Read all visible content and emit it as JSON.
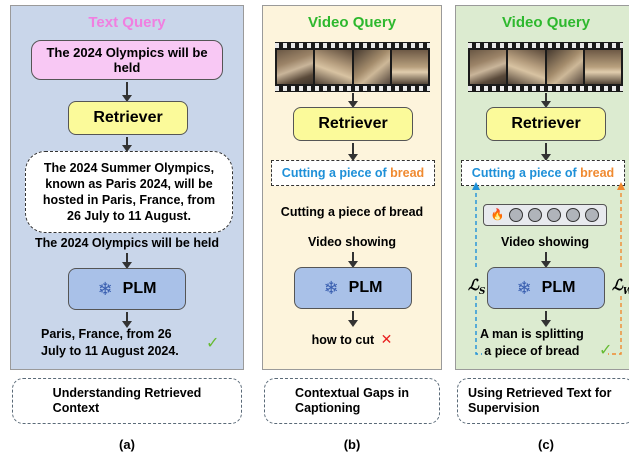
{
  "panels": {
    "a": {
      "title": "Text Query",
      "query": "The 2024 Olympics will be held",
      "retriever": "Retriever",
      "retrieved_lines": [
        "The 2024 Summer Olympics,",
        "known as Paris 2024, will be",
        "hosted in Paris, France, from",
        "26 July to 11 August."
      ],
      "prompt": "The 2024 Olympics will be held",
      "plm": "PLM",
      "output_lines": [
        "Paris, France, from 26",
        "July to 11 August 2024."
      ],
      "check": "✓",
      "bottom_lines": [
        "Understanding Retrieved",
        "Context"
      ],
      "caption": "(a)"
    },
    "b": {
      "title": "Video Query",
      "retriever": "Retriever",
      "retrieved_plain": "Cutting a piece of ",
      "retrieved_highlight": "bread",
      "text_line": "Cutting a piece of bread",
      "prompt": "Video showing",
      "plm": "PLM",
      "output": "how to cut",
      "cross": "✕",
      "bottom_lines": [
        "Contextual Gaps in",
        "Captioning"
      ],
      "caption": "(b)"
    },
    "c": {
      "title": "Video Query",
      "retriever": "Retriever",
      "retrieved_plain": "Cutting a piece of ",
      "retrieved_highlight": "bread",
      "prompt": "Video showing",
      "plm": "PLM",
      "loss_left": "ℒ",
      "loss_left_sub": "S",
      "loss_right": "ℒ",
      "loss_right_sub": "W",
      "output_lines": [
        "A man is splitting",
        "a piece of bread"
      ],
      "check": "✓",
      "bottom_lines": [
        "Using Retrieved Text for",
        "Supervision"
      ],
      "caption": "(c)"
    }
  },
  "colors": {
    "panel_a_bg": "#c9d6ea",
    "panel_b_bg": "#fdf4dc",
    "panel_c_bg": "#dcebd0",
    "text_query_title": "#f07fe0",
    "video_query_title": "#2eb82e",
    "query_box": "#f8c8f4",
    "retriever_box": "#fbfa9a",
    "plm_box": "#a9c1e8",
    "blue_text": "#1e90d8",
    "orange_text": "#f08a30",
    "check": "#66bb33",
    "cross": "#e82020"
  },
  "icons": {
    "snowflake": "❄",
    "fire": "🔥"
  }
}
